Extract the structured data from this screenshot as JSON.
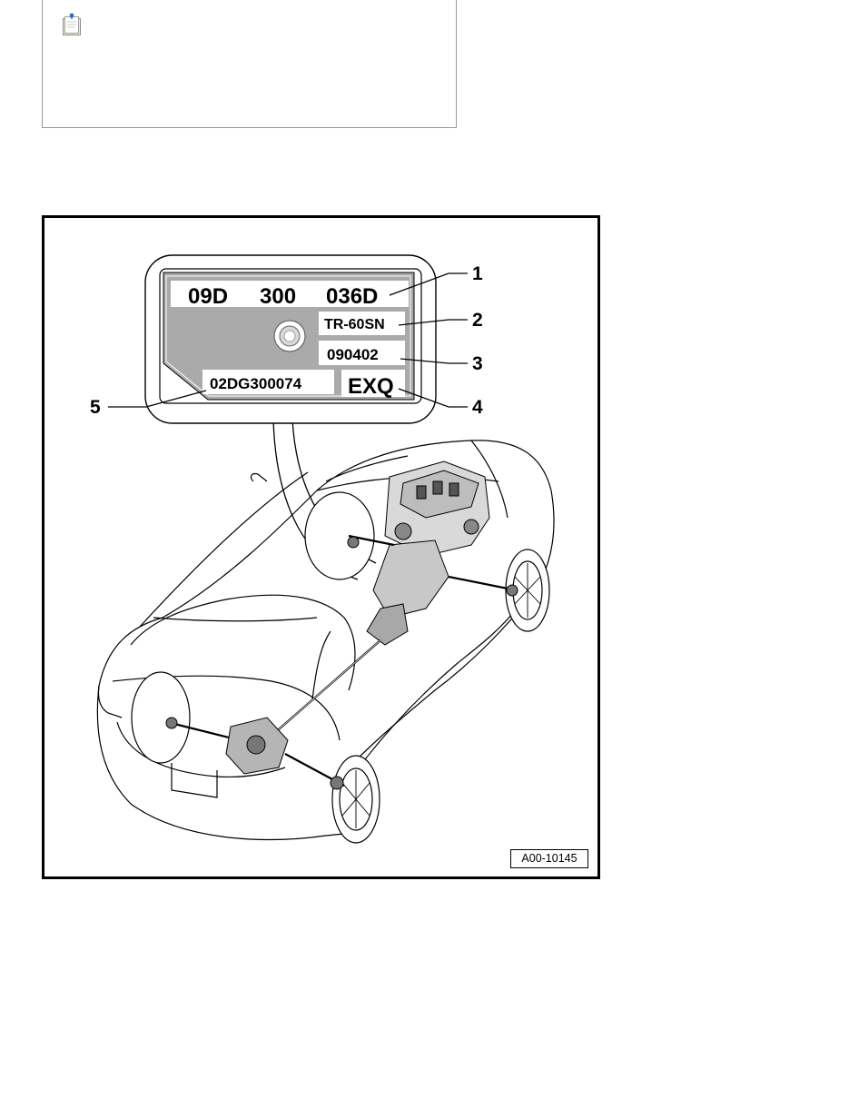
{
  "note": {
    "icon": "clipboard-note-icon"
  },
  "figure": {
    "label": {
      "part_number": [
        "09D",
        "300",
        "036D"
      ],
      "transmission_type": "TR-60SN",
      "build_date": "090402",
      "serial_number": "02DG300074",
      "code_letters": "EXQ"
    },
    "callouts": [
      "1",
      "2",
      "3",
      "4",
      "5"
    ],
    "figure_id": "A00-10145",
    "illustration": "vehicle-drivetrain-illustration"
  }
}
